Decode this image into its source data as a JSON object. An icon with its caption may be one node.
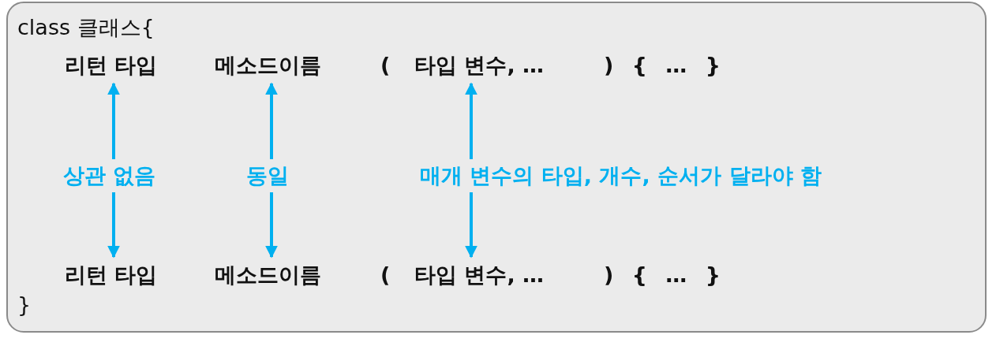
{
  "diagram": {
    "nodes": [
      {
        "text": [
          "class 클래스{",
          "}"
        ]
      },
      {
        "text": [
          "리턴 타입"
        ],
        "in": 0
      },
      {
        "text": [
          "메소드이름"
        ],
        "in": 0
      },
      {
        "text": [
          "타입 변수, …"
        ],
        "in": 0
      },
      {
        "text": [
          "상관 없음"
        ],
        "in": 0
      },
      {
        "text": [
          "동일"
        ],
        "in": 0
      },
      {
        "text": [
          "매개 변수의 타입, 개수, 순서가 달라야 함"
        ],
        "in": 0
      },
      {
        "text": [
          "리턴 타입"
        ],
        "in": 0
      },
      {
        "text": [
          "메소드이름"
        ],
        "in": 0
      },
      {
        "text": [
          "타입 변수, …"
        ],
        "in": 0
      }
    ],
    "edges": [
      {
        "from": 4,
        "to": 1,
        "arrow": "to"
      },
      {
        "from": 4,
        "to": 7,
        "arrow": "to"
      },
      {
        "from": 5,
        "to": 2,
        "arrow": "to"
      },
      {
        "from": 5,
        "to": 8,
        "arrow": "to"
      },
      {
        "from": 6,
        "to": 3,
        "arrow": "to"
      },
      {
        "from": 6,
        "to": 9,
        "arrow": "to"
      }
    ],
    "labels": [
      "(",
      ") { … }",
      "(",
      ") { … }"
    ]
  }
}
